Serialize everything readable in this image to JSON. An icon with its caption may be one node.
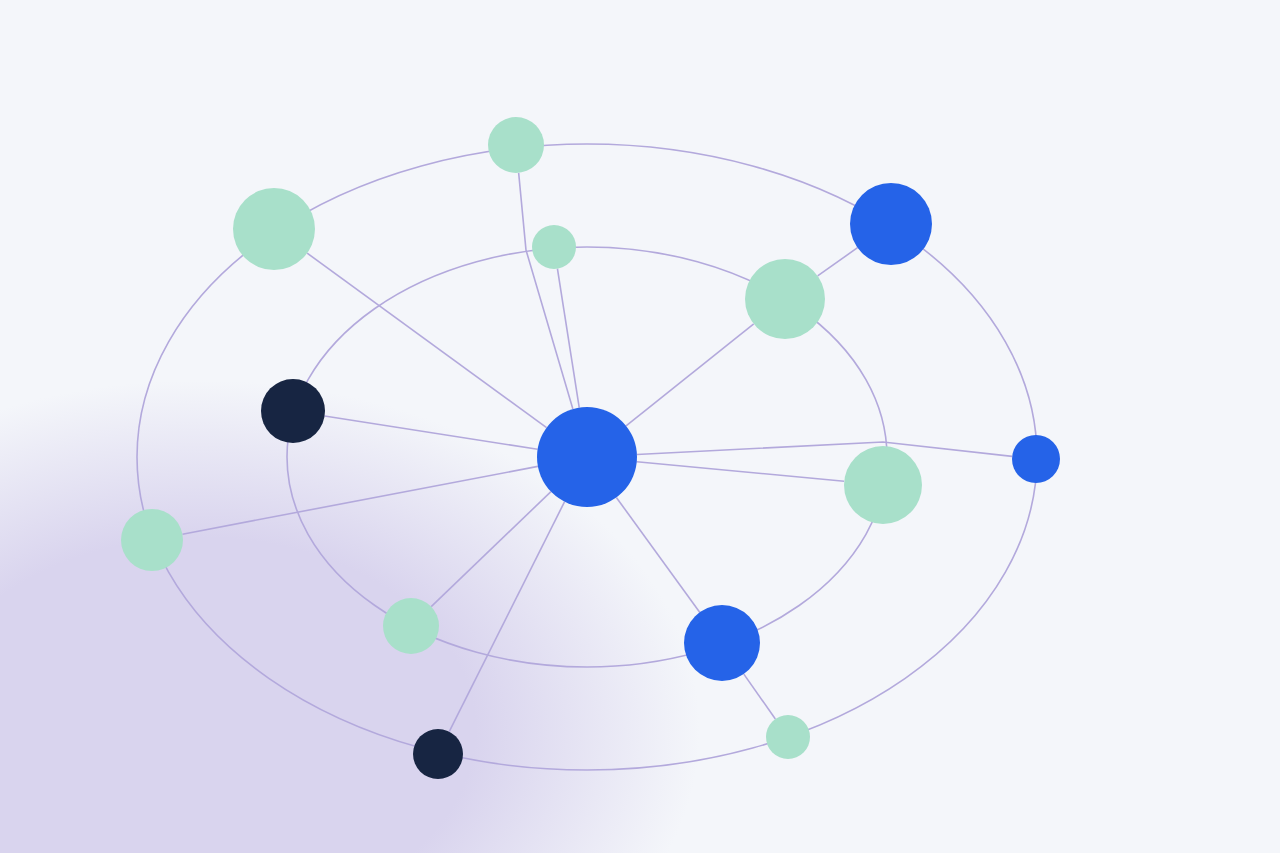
{
  "diagram": {
    "nodes": [
      {
        "text": [],
        "shape": "circle"
      },
      {
        "text": [],
        "shape": "circle"
      },
      {
        "text": [],
        "shape": "circle"
      },
      {
        "text": [],
        "shape": "circle"
      },
      {
        "text": [],
        "shape": "circle"
      },
      {
        "text": [],
        "shape": "circle"
      },
      {
        "text": [],
        "shape": "circle"
      },
      {
        "text": [],
        "shape": "circle"
      },
      {
        "text": [],
        "shape": "circle"
      },
      {
        "text": [],
        "shape": "circle"
      },
      {
        "text": [],
        "shape": "circle"
      },
      {
        "text": [],
        "shape": "circle"
      },
      {
        "text": [],
        "shape": "circle"
      },
      {
        "text": [],
        "shape": "circle"
      }
    ],
    "edges": [
      {
        "from": 6,
        "to": 0,
        "arrow": "none"
      },
      {
        "from": 6,
        "to": 3,
        "arrow": "none"
      },
      {
        "from": 6,
        "to": 1,
        "arrow": "none"
      },
      {
        "from": 6,
        "to": 4,
        "arrow": "none"
      },
      {
        "from": 4,
        "to": 2,
        "arrow": "none"
      },
      {
        "from": 6,
        "to": 5,
        "arrow": "none"
      },
      {
        "from": 6,
        "to": 9,
        "arrow": "none"
      },
      {
        "from": 6,
        "to": 7,
        "arrow": "none"
      },
      {
        "from": 6,
        "to": 8,
        "arrow": "none"
      },
      {
        "from": 6,
        "to": 10,
        "arrow": "none"
      },
      {
        "from": 6,
        "to": 12,
        "arrow": "none"
      },
      {
        "from": 6,
        "to": 11,
        "arrow": "none"
      },
      {
        "from": 11,
        "to": 13,
        "arrow": "none"
      }
    ]
  }
}
